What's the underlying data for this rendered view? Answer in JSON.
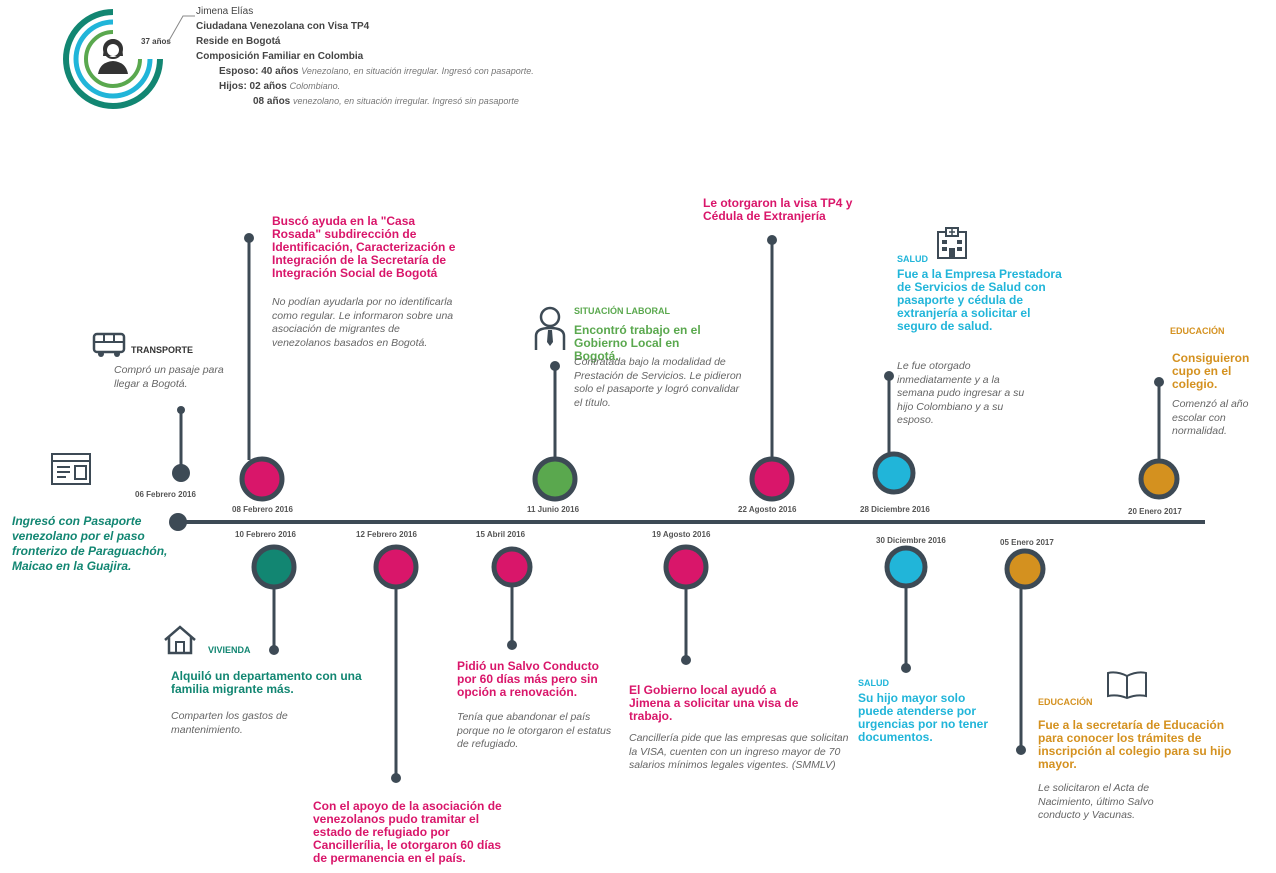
{
  "profile": {
    "name": "Jimena Elías",
    "age": "37 años",
    "line1": "Ciudadana Venezolana con Visa TP4",
    "line2": "Reside en Bogotá",
    "line3": "Composición Familiar en Colombia",
    "spouse_label": "Esposo: 40 años",
    "spouse_desc": "Venezolano, en situación irregular. Ingresó con pasaporte.",
    "kids_label": "Hijos: 02 años",
    "kids_desc": "Colombiano.",
    "kid2_label": "08 años",
    "kid2_desc": "venezolano, en situación irregular. Ingresó sin pasaporte"
  },
  "start": {
    "text": "Ingresó con Pasaporte venezolano por el paso fronterizo de Paraguachón, Maicao en la Guajira."
  },
  "events": {
    "e1": {
      "date": "06 Febrero 2016",
      "category": "TRANSPORTE",
      "title": "",
      "desc": "Compró un pasaje para llegar a Bogotá."
    },
    "e2": {
      "date": "08 Febrero 2016",
      "title": "Buscó ayuda en la  \"Casa Rosada\" subdirección de Identificación, Caracterización e Integración de la Secretaría de Integración Social de Bogotá",
      "desc": "No podían ayudarla por no identificarla como regular. Le informaron sobre una asociación de migrantes de venezolanos basados en Bogotá."
    },
    "e3": {
      "date": "10 Febrero 2016",
      "category": "VIVIENDA",
      "title": "Alquiló un departamento con una familia migrante más.",
      "desc": "Comparten los gastos de mantenimiento."
    },
    "e4": {
      "date": "12 Febrero 2016",
      "title": "Con el apoyo de la asociación de venezolanos pudo tramitar el estado de refugiado por Cancillerília, le otorgaron 60 días de permanencia en el país."
    },
    "e5": {
      "date": "15 Abril 2016",
      "title": "Pidió un Salvo Conducto por 60 días más pero sin opción a renovación.",
      "desc": "Tenía que abandonar el país porque no le otorgaron el estatus de refugiado."
    },
    "e6": {
      "date": "11 Junio 2016",
      "category": "SITUACIÓN LABORAL",
      "title": "Encontró trabajo en el Gobierno Local en Bogotá.",
      "desc": "Contratada bajo la modalidad de Prestación de Servicios. Le pidieron solo el pasaporte y logró convalidar el título."
    },
    "e7": {
      "date": "19 Agosto 2016",
      "title": "El Gobierno local ayudó a Jimena a solicitar una visa de trabajo.",
      "desc": "Cancillería pide que las empresas que solicitan la VISA, cuenten con un ingreso mayor de 70 salarios mínimos legales vigentes. (SMMLV)"
    },
    "e8": {
      "date": "22 Agosto 2016",
      "title": "Le otorgaron la visa TP4 y Cédula de Extranjería"
    },
    "e9": {
      "date": "28 Diciembre 2016",
      "category": "SALUD",
      "title": "Fue a la Empresa Prestadora de Servicios de Salud con pasaporte y cédula de extranjería a solicitar el seguro de salud.",
      "desc": "Le fue otorgado inmediatamente y a la semana pudo ingresar a su hijo Colombiano y a su esposo."
    },
    "e10": {
      "date": "30 Diciembre 2016",
      "category": "SALUD",
      "title": "Su hijo mayor solo puede atenderse por urgencias por no tener documentos."
    },
    "e11": {
      "date": "05 Enero 2017",
      "category": "EDUCACIÓN",
      "title": "Fue a la secretaría de Educación para conocer los trámites de inscripción al colegio para su hijo mayor.",
      "desc": "Le solicitaron el Acta de Nacimiento, último Salvo conducto y Vacunas."
    },
    "e12": {
      "date": "20 Enero 2017",
      "category": "EDUCACIÓN",
      "title": "Consiguieron cupo en el colegio.",
      "desc": "Comenzó al año escolar con normalidad."
    }
  },
  "colors": {
    "line": "#3d4a55",
    "pink": "#d9166a",
    "teal": "#128672",
    "green": "#5aa84e",
    "cyan": "#21b5d9",
    "orange": "#d4911f"
  },
  "icons": [
    "avatar-icon",
    "id-card-icon",
    "bus-icon",
    "house-icon",
    "worker-icon",
    "hospital-icon",
    "book-icon"
  ]
}
